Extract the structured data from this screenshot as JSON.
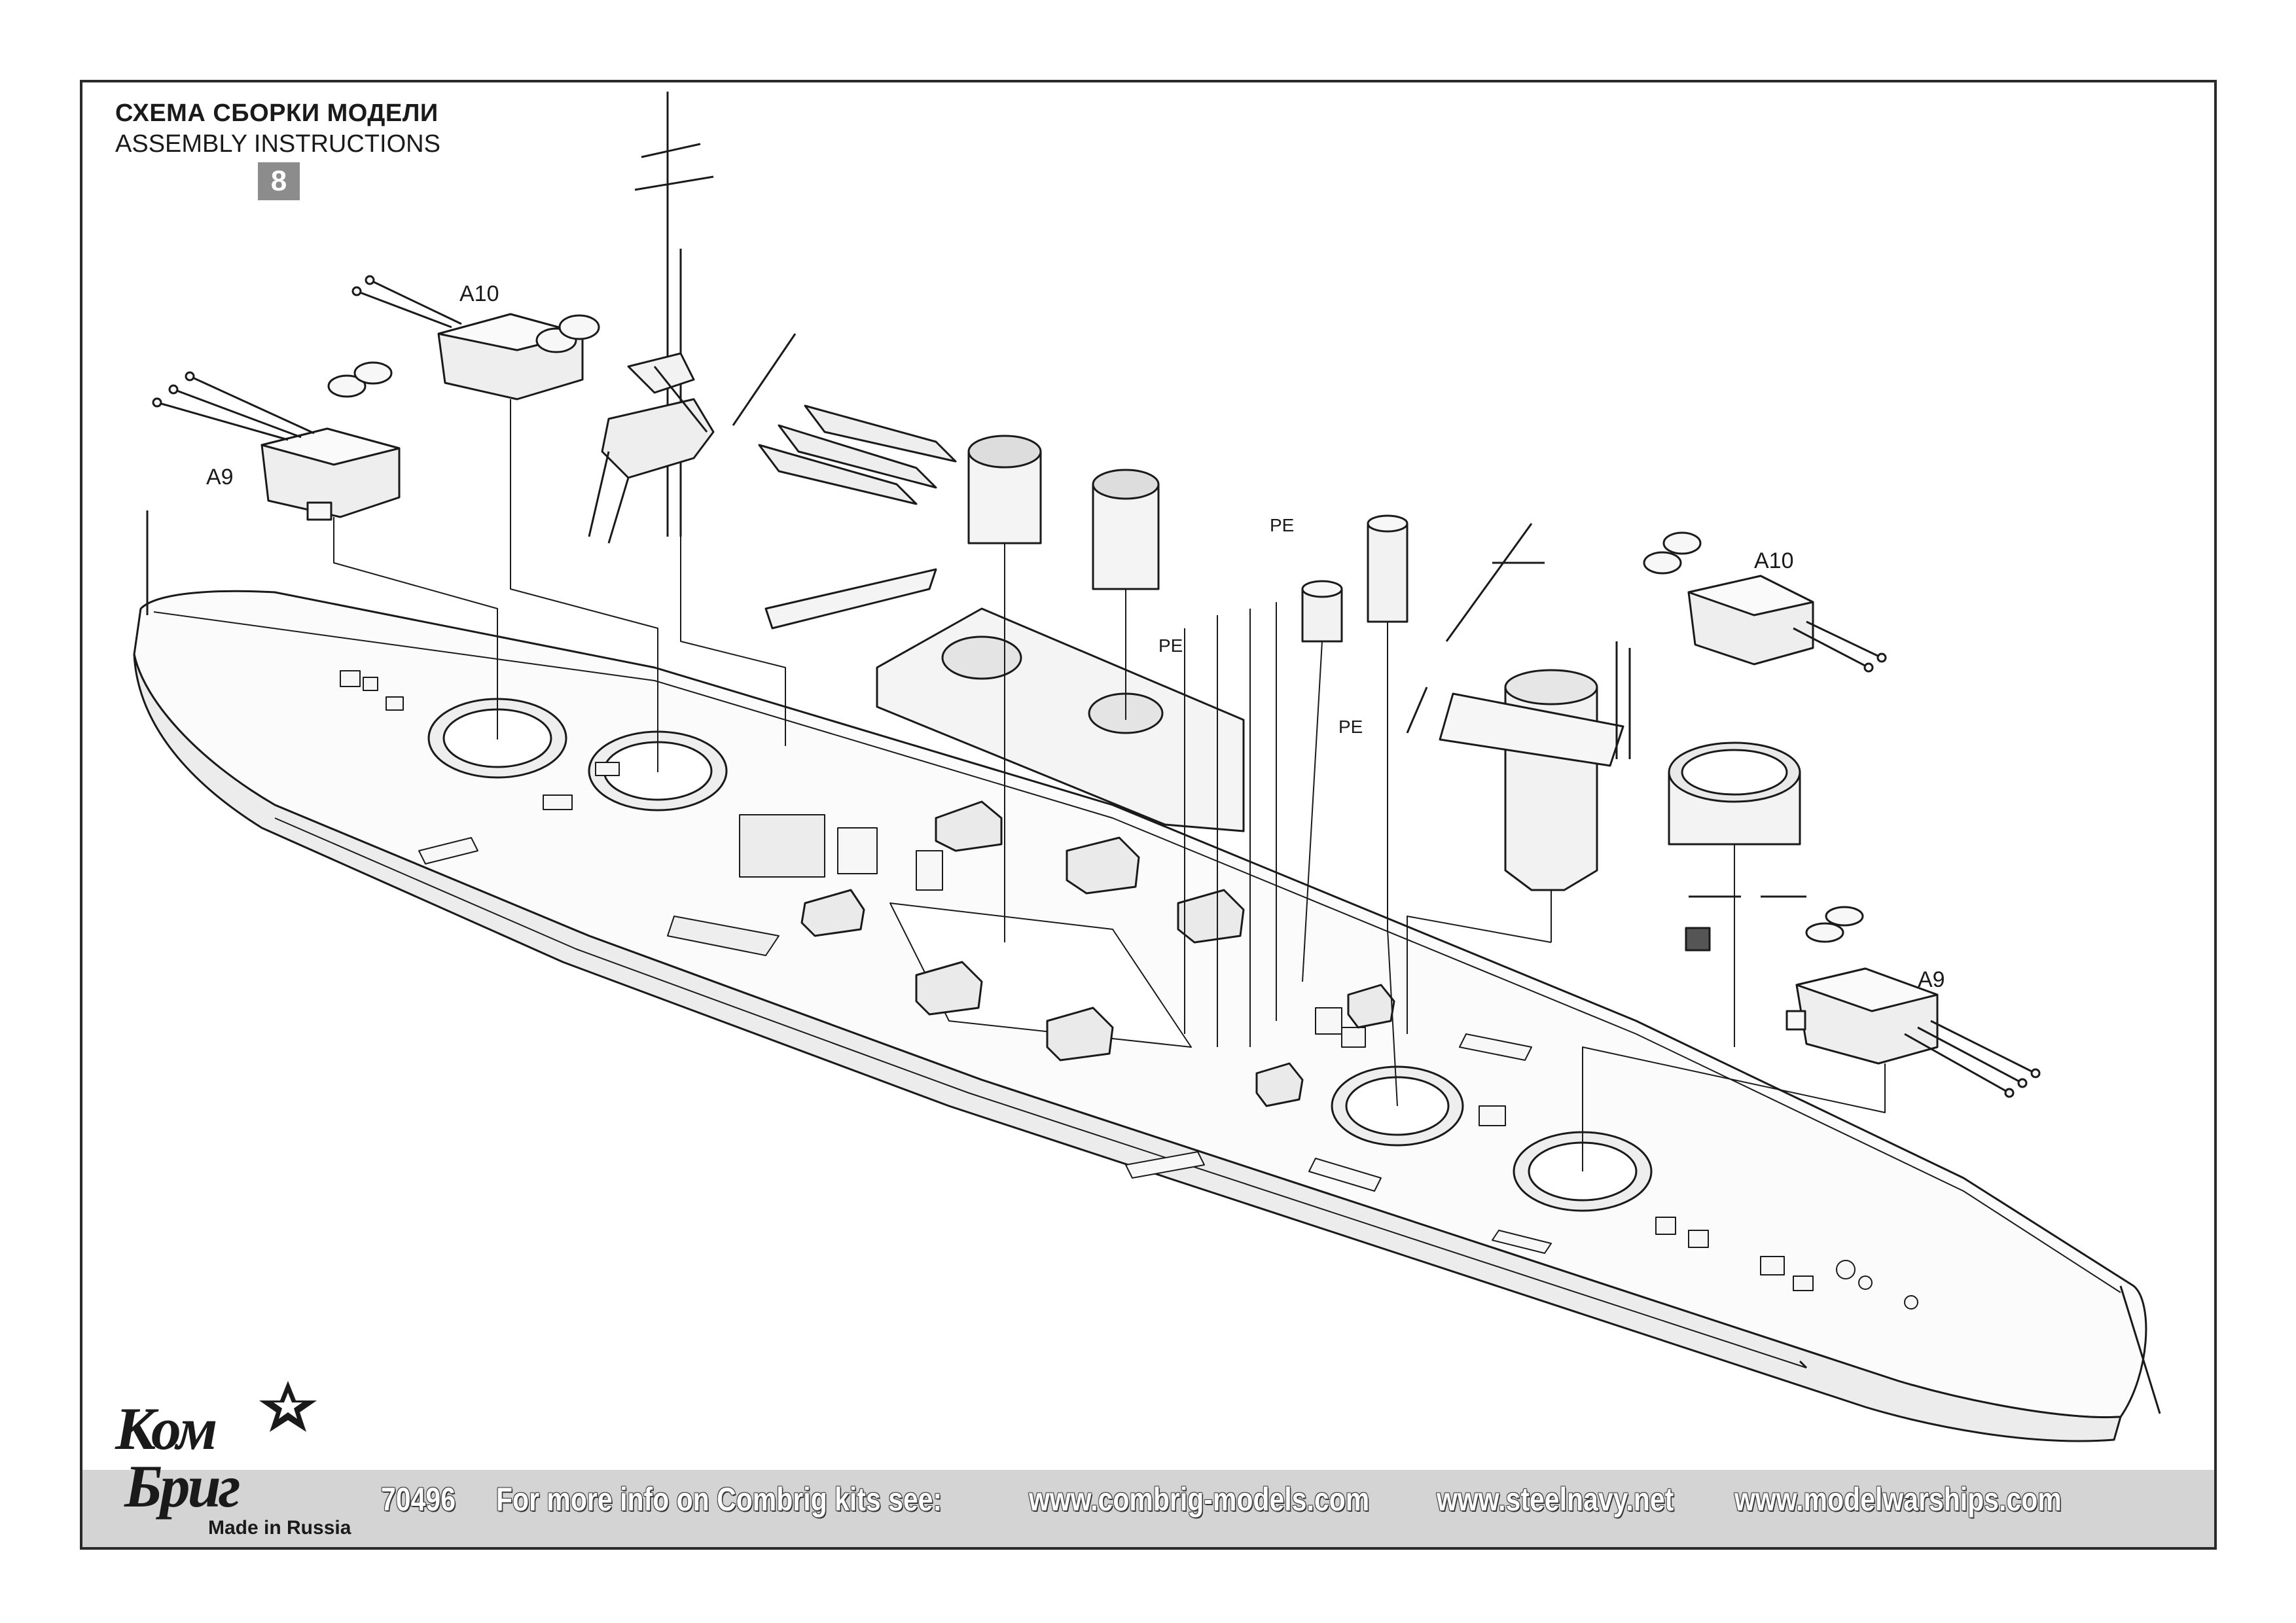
{
  "header": {
    "title_ru": "СХЕМА СБОРКИ МОДЕЛИ",
    "title_en": "ASSEMBLY INSTRUCTIONS",
    "page_number": "8"
  },
  "labels": {
    "a10_left": "A10",
    "a9_left": "A9",
    "a10_right": "A10",
    "a9_right": "A9",
    "pe_1": "PE",
    "pe_2": "PE",
    "pe_3": "PE"
  },
  "footer": {
    "kit_number": "70496",
    "info_text": "For more info on Combrig kits see:",
    "site_1": "www.combrig-models.com",
    "site_2": "www.steelnavy.net",
    "site_3": "www.modelwarships.com"
  },
  "logo": {
    "line_1": "Ком",
    "line_2": "Бриг",
    "made_in": "Made in Russia"
  },
  "colors": {
    "line": "#1a1a1a",
    "fill": "#f2f2f2",
    "shade": "#cfcfcf",
    "band": "#d4d4d4"
  }
}
